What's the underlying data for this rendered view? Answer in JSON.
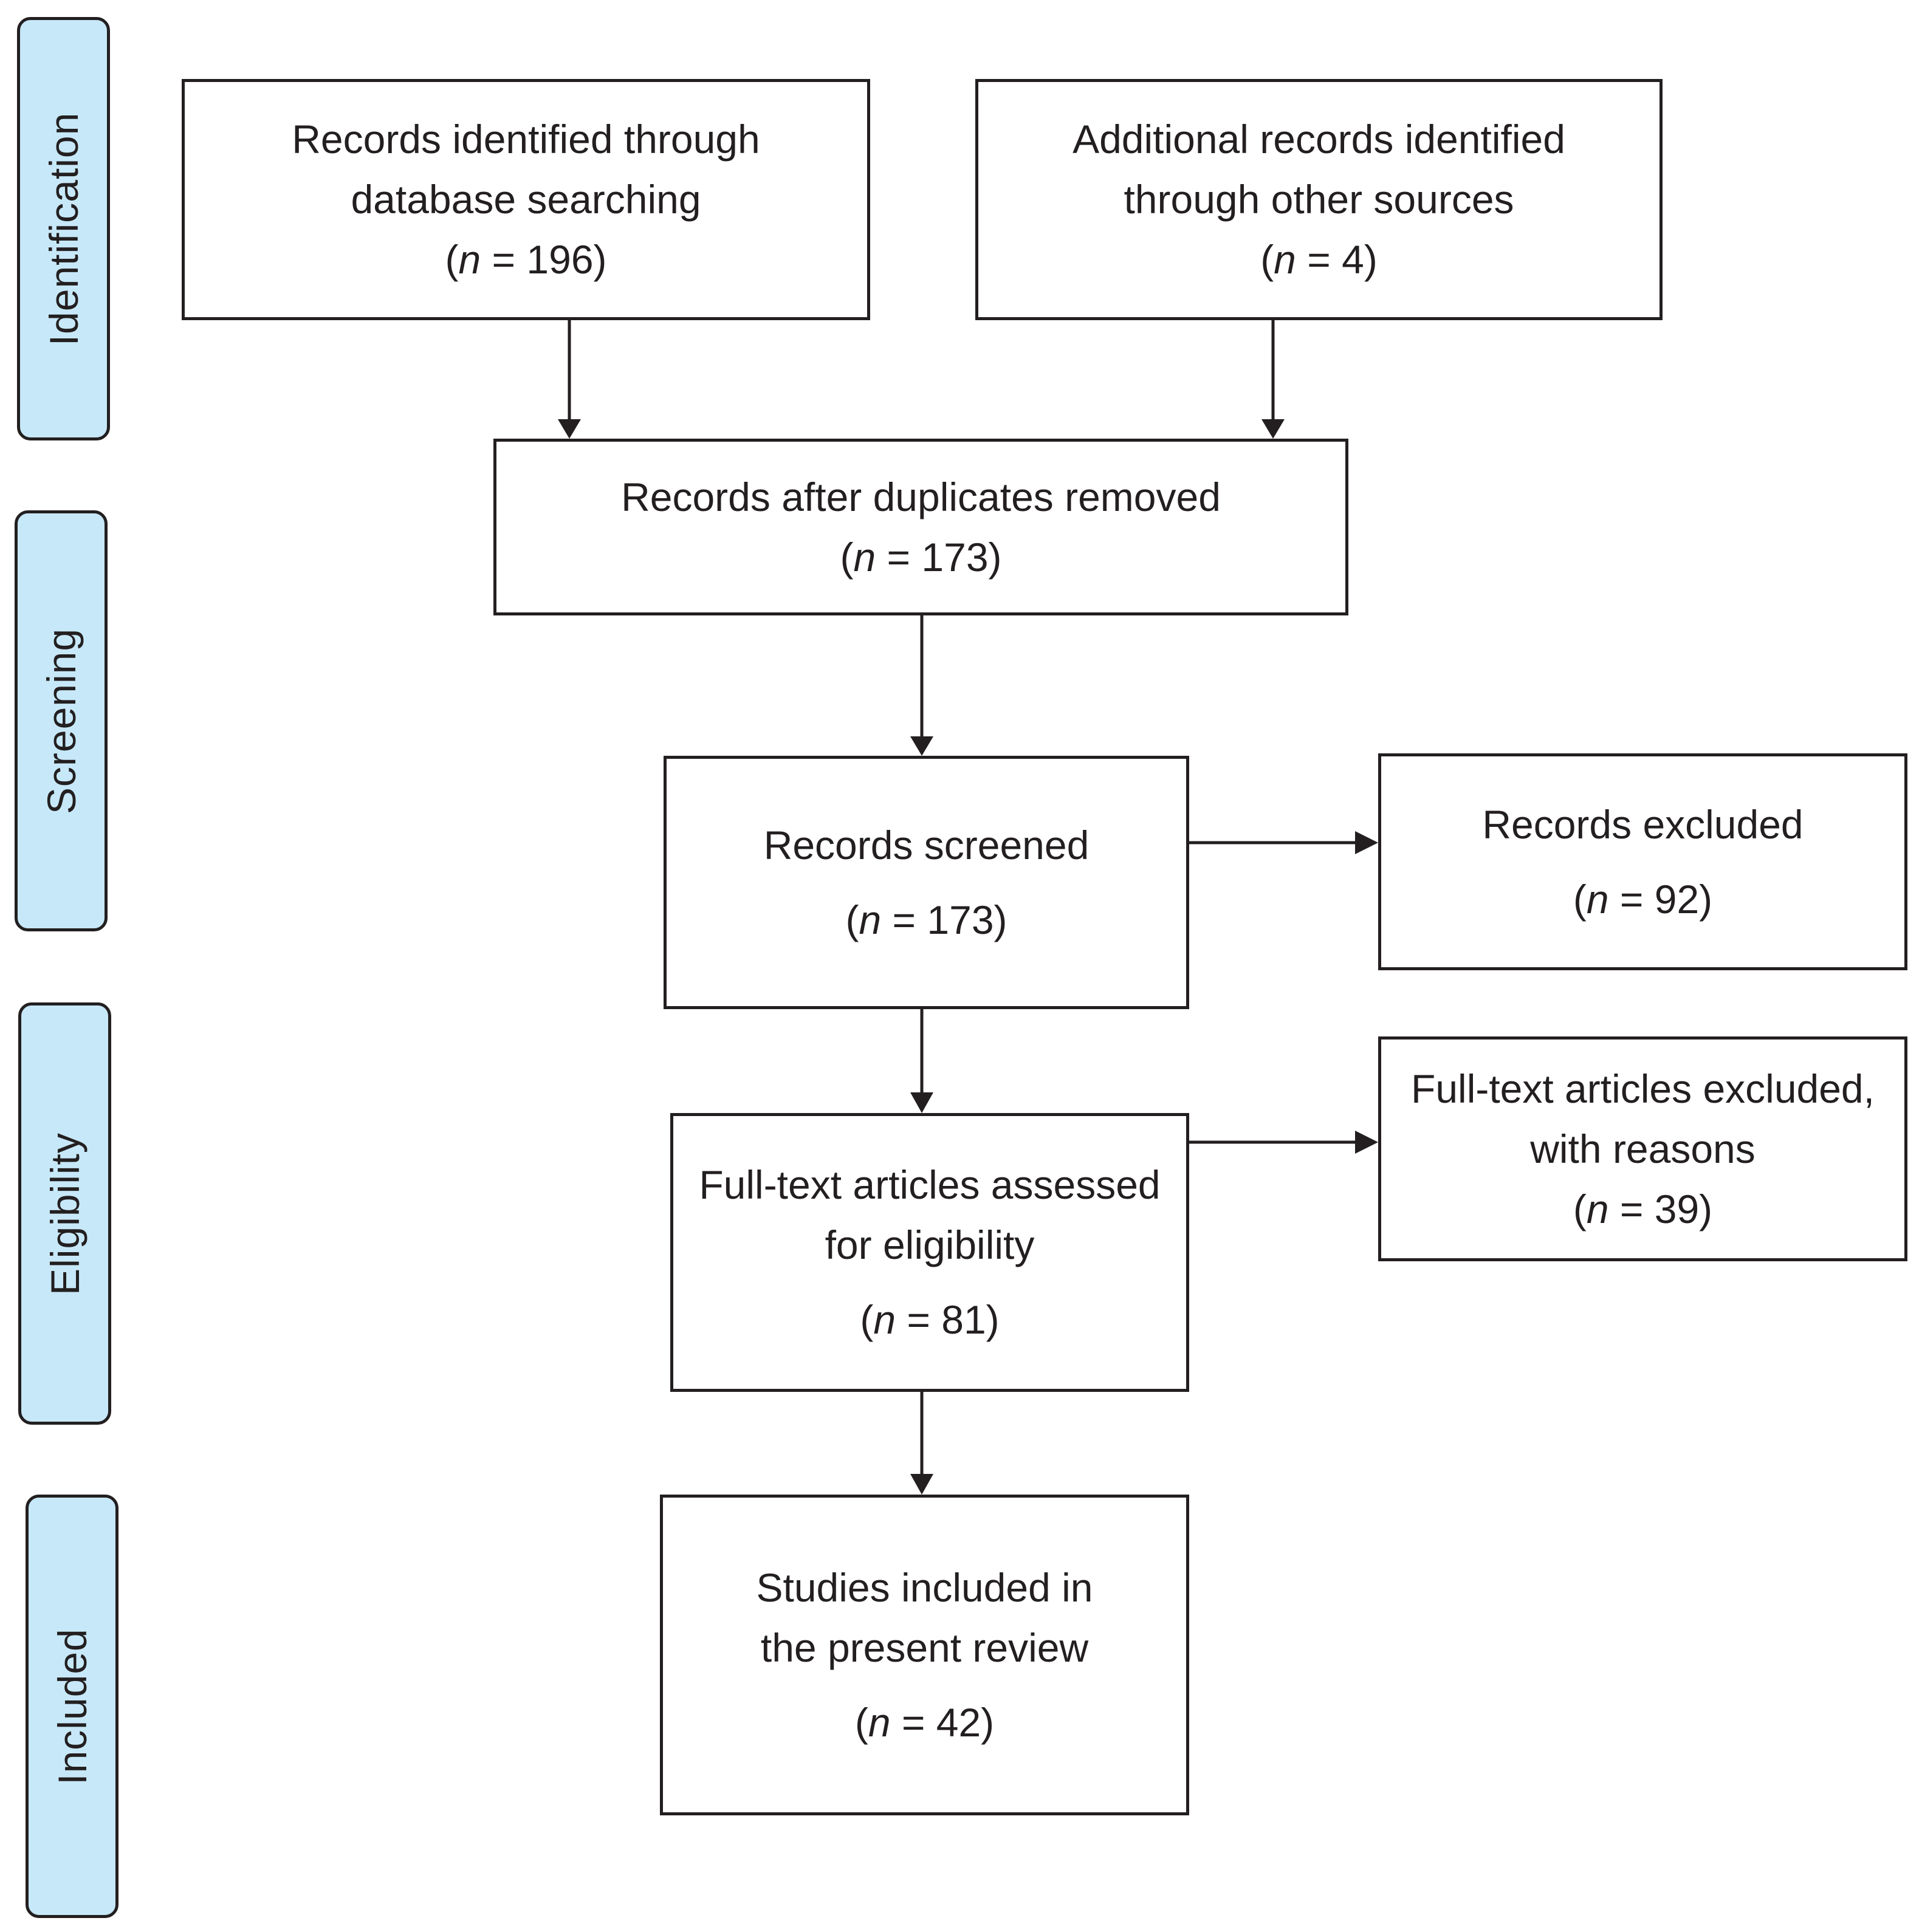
{
  "stages": [
    {
      "id": "identification",
      "label": "Identification"
    },
    {
      "id": "screening",
      "label": "Screening"
    },
    {
      "id": "eligibility",
      "label": "Eligibility"
    },
    {
      "id": "included",
      "label": "Included"
    }
  ],
  "boxes": {
    "database_search": {
      "lines": [
        "Records identified through",
        "database searching"
      ],
      "n": "196"
    },
    "other_sources": {
      "lines": [
        "Additional records identified",
        "through other sources"
      ],
      "n": "4"
    },
    "duplicates_removed": {
      "lines": [
        "Records after duplicates removed"
      ],
      "n": "173"
    },
    "screened": {
      "lines": [
        "Records screened"
      ],
      "n": "173"
    },
    "excluded": {
      "lines": [
        "Records excluded"
      ],
      "n": "92"
    },
    "fulltext_assessed": {
      "lines": [
        "Full-text articles assessed",
        "for eligibility"
      ],
      "n": "81"
    },
    "fulltext_excluded": {
      "lines": [
        "Full-text articles excluded,",
        "with reasons"
      ],
      "n": "39"
    },
    "included_studies": {
      "lines": [
        "Studies included in",
        "the present review"
      ],
      "n": "42"
    }
  },
  "count_format": {
    "open": "(",
    "var": "n",
    "eq": " = ",
    "close": ")"
  },
  "colors": {
    "stage_fill": "#c7e8f8",
    "stroke": "#231f20",
    "background": "#ffffff"
  }
}
